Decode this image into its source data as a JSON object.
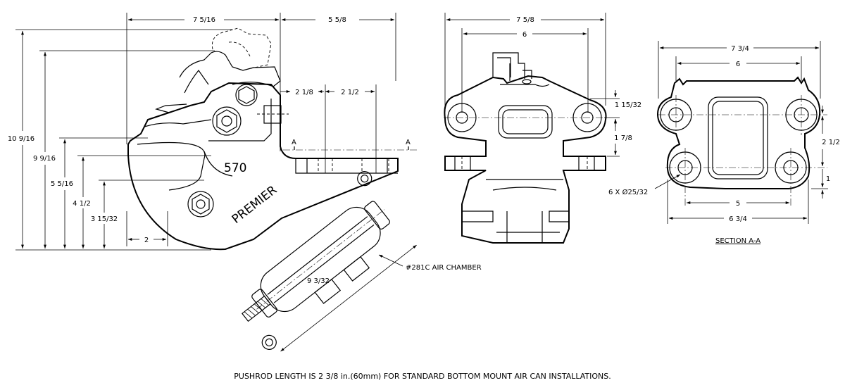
{
  "side_view": {
    "model_number": "570",
    "brand_text": "PREMIER",
    "dimensions": {
      "top_left_width": "7 5/16",
      "top_right_width": "5 5/8",
      "overall_height": "10 9/16",
      "handle_height": "9 9/16",
      "upper_body_height": "5 5/16",
      "mount_height": "4 1/2",
      "lower_height": "3 15/32",
      "base_offset": "2",
      "hole_offset": "2 1/8",
      "hole_spacing": "2 1/2",
      "air_chamber_length": "9 3/32"
    },
    "section_marker_left": "A",
    "section_marker_right": "A",
    "air_chamber_label": "#281C AIR CHAMBER"
  },
  "front_view": {
    "dimensions": {
      "overall_width": "7 5/8",
      "hole_spacing": "6",
      "upper_height": "1 15/32",
      "lower_height": "1 7/8"
    }
  },
  "section_view": {
    "dimensions": {
      "overall_width": "7 3/4",
      "top_hole_spacing": "6",
      "bottom_hole_spacing": "5",
      "bottom_width": "6 3/4",
      "vertical_spacing": "2 1/2",
      "bottom_offset": "1"
    },
    "hole_callout": "6 X Ø25/32",
    "section_label": "SECTION A-A"
  },
  "footnote": "PUSHROD LENGTH IS 2 3/8 in.(60mm) FOR STANDARD BOTTOM MOUNT AIR CAN INSTALLATIONS."
}
